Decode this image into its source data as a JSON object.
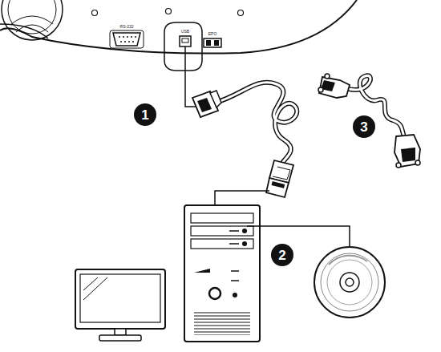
{
  "diagram": {
    "labels": [
      "RS-232",
      "USB",
      "EPO",
      "1",
      "2",
      "3"
    ]
  }
}
